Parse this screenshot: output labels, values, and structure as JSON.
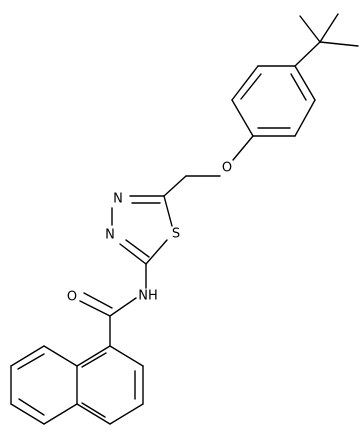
{
  "molecule": {
    "atom_labels": {
      "oxygen_ether": "O",
      "nitrogen_ring_1": "N",
      "nitrogen_ring_2": "N",
      "sulfur_ring": "S",
      "amide_nh": "NH",
      "oxygen_carbonyl": "O"
    }
  },
  "colors": {
    "bond": "#000000",
    "label": "#000000",
    "background": "#ffffff"
  }
}
